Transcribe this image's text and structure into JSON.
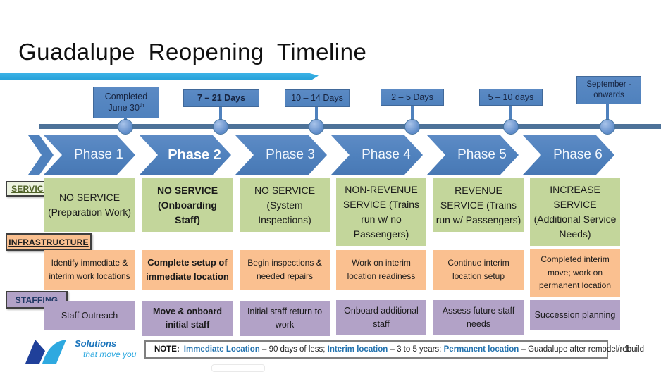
{
  "title": "Guadalupe Reopening Timeline",
  "page_number": "1",
  "colors": {
    "swoosh_blue": "#2fa8dc",
    "steel_blue": "#4f81bd",
    "timeline_bar": "#4d7299",
    "service_green": "#c3d69b",
    "infrastructure_orange": "#fac090",
    "staffing_purple": "#b2a2c7"
  },
  "timeline": {
    "milestones": [
      {
        "line1": "Completed",
        "line2": "June 30",
        "sup": "th"
      },
      {
        "line1": "7 – 21 Days"
      },
      {
        "line1": "10 – 14 Days"
      },
      {
        "line1": "2 – 5 Days"
      },
      {
        "line1": "5 – 10 days"
      },
      {
        "line1": "September  -",
        "line2": "onwards"
      }
    ]
  },
  "phases": {
    "items": [
      {
        "label": "Phase 1"
      },
      {
        "label": "Phase 2"
      },
      {
        "label": "Phase 3"
      },
      {
        "label": "Phase 4"
      },
      {
        "label": "Phase 5"
      },
      {
        "label": "Phase 6"
      }
    ]
  },
  "rows": {
    "service": {
      "category": "SERVICE",
      "cells": [
        "NO SERVICE (Preparation Work)",
        "NO SERVICE (Onboarding Staff)",
        "NO SERVICE (System Inspections)",
        "NON-REVENUE SERVICE (Trains run w/ no Passengers)",
        "REVENUE SERVICE (Trains run w/ Passengers)",
        "INCREASE SERVICE (Additional Service Needs)"
      ]
    },
    "infrastructure": {
      "category": "INFRASTRUCTURE",
      "cells": [
        "Identify immediate & interim work locations",
        "Complete setup of immediate location",
        "Begin inspections & needed repairs",
        "Work on interim location readiness",
        "Continue interim location setup",
        "Completed interim move; work on permanent location"
      ]
    },
    "staffing": {
      "category": "STAFFING",
      "cells": [
        "Staff Outreach",
        "Move & onboard initial staff",
        "Initial staff return to work",
        "Onboard additional staff",
        "Assess future staff needs",
        "Succession planning"
      ]
    }
  },
  "note": {
    "label": "NOTE:",
    "immediate_label": "Immediate Location",
    "immediate_text": " – 90 days of less; ",
    "interim_label": "Interim location",
    "interim_text": " – 3 to 5 years; ",
    "permanent_label": "Permanent location",
    "permanent_text": " – Guadalupe after remodel/rebuild"
  },
  "logo": {
    "tagline_line1": "Solutions",
    "tagline_line2": "that move you"
  }
}
